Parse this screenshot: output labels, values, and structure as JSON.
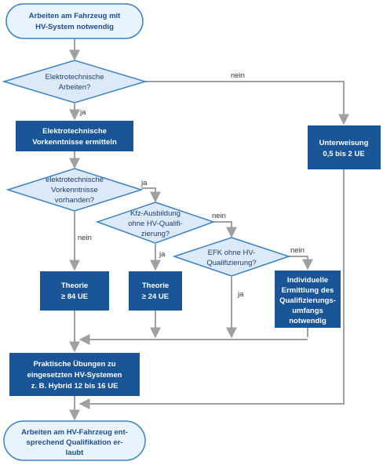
{
  "nodes": {
    "start": [
      "Arbeiten am Fahrzeug mit",
      "HV-System notwendig"
    ],
    "q_elektro": [
      "Elektrotechnische",
      "Arbeiten?"
    ],
    "vorkenntnisse_ermitteln": [
      "Elektrotechnische",
      "Vorkenntnisse ermitteln"
    ],
    "q_vorkenntnisse": [
      "elektrotechnische",
      "Vorkenntnisse",
      "vorhanden?"
    ],
    "q_kfz": [
      "Kfz-Ausbildung",
      "ohne HV-Qualifi-",
      "zierung?"
    ],
    "q_efk": [
      "EFK ohne HV-",
      "Qualifizierung?"
    ],
    "unterweisung": [
      "Unterweisung",
      "0,5 bis 2 UE"
    ],
    "theorie84": [
      "Theorie",
      "≥ 84 UE"
    ],
    "theorie24": [
      "Theorie",
      "≥ 24 UE"
    ],
    "individuell": [
      "Individuelle",
      "Ermittlung des",
      "Qualifizierungs-",
      "umfangs",
      "notwendig"
    ],
    "praxis": [
      "Praktische Übungen zu",
      "eingesetzten HV-Systemen",
      "z. B. Hybrid 12 bis 16 UE"
    ],
    "end": [
      "Arbeiten am HV-Fahrzeug ent-",
      "sprechend Qualifikation er-",
      "laubt"
    ]
  },
  "edge_labels": {
    "q_elektro_nein": "nein",
    "q_elektro_ja": "ja",
    "q_vorkenntnisse_ja": "ja",
    "q_vorkenntnisse_nein": "nein",
    "q_kfz_nein": "nein",
    "q_kfz_ja": "ja",
    "q_efk_nein": "nein",
    "q_efk_ja": "ja"
  },
  "colors": {
    "box_fill": "#1a5597",
    "diamond_fill": "#dbeaf6",
    "diamond_stroke": "#3a82c4",
    "oval_fill": "#e9f3fb",
    "oval_stroke": "#3a82c4",
    "connector": "#a0a0a0"
  }
}
